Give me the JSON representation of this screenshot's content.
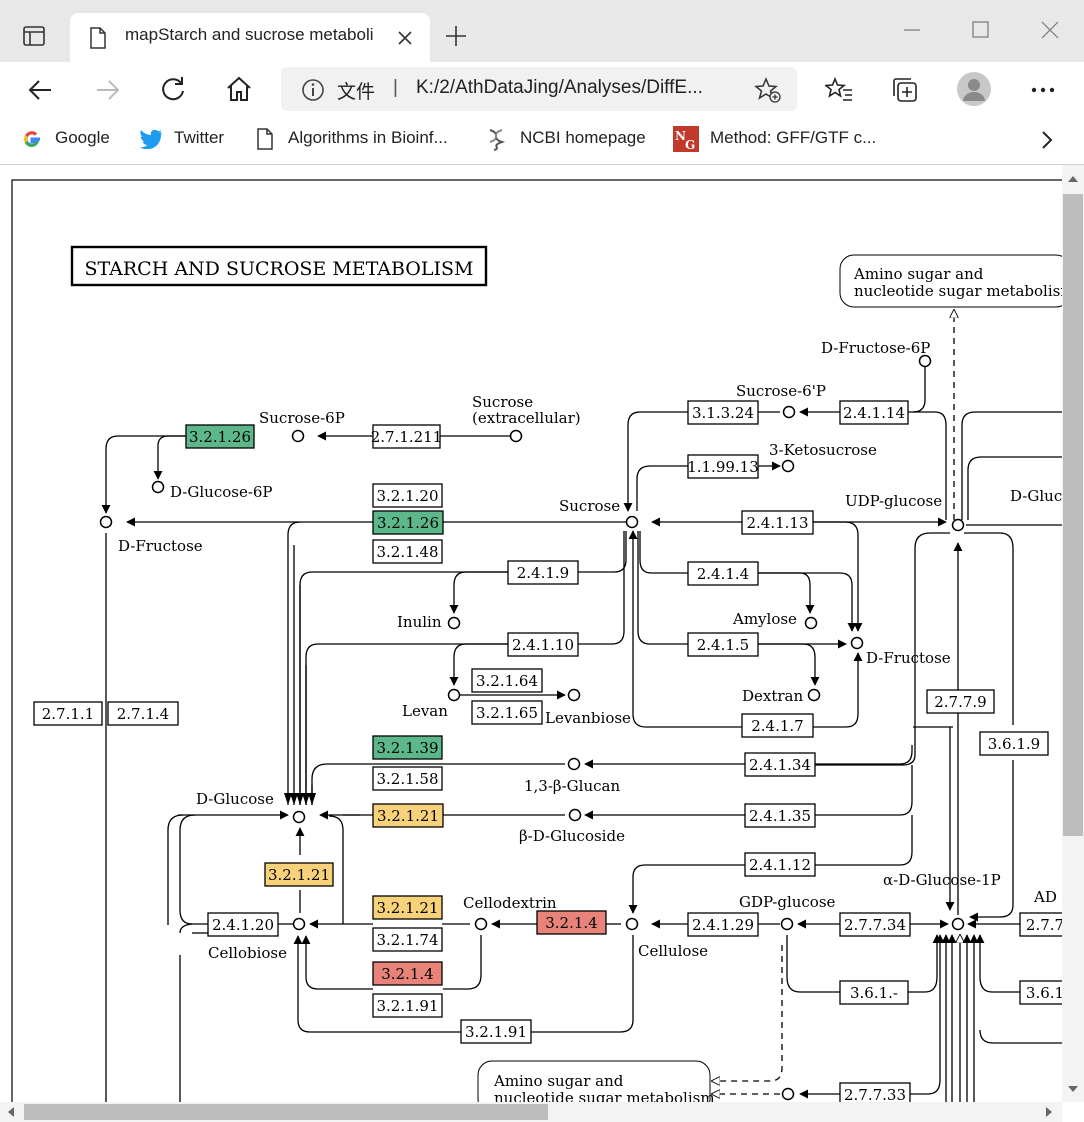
{
  "browser": {
    "tab_title": "mapStarch and sucrose metaboli",
    "address_prefix": "文件",
    "address_separator": "|",
    "address_url": "K:/2/AthDataJing/Analyses/DiffE...",
    "bookmarks": [
      {
        "label": "Google"
      },
      {
        "label": "Twitter"
      },
      {
        "label": "Algorithms in Bioinf..."
      },
      {
        "label": "NCBI homepage"
      },
      {
        "label": "Method: GFF/GTF c..."
      }
    ]
  },
  "colors": {
    "up_regulated": "#5cb88a",
    "down_regulated": "#e8837a",
    "partial": "#f7d27a"
  },
  "map": {
    "title": "STARCH AND SUCROSE METABOLISM",
    "link_boxes": [
      "Amino sugar and\nnucleotide sugar metabolism",
      "Amino sugar and\nnucleotide sugar metabolism"
    ],
    "compounds": [
      "D-Fructose-6P",
      "Sucrose-6'P",
      "Sucrose-6P",
      "Sucrose",
      "(extracellular)",
      "D-Glucose-6P",
      "D-Fructose",
      "3-Ketosucrose",
      "UDP-glucose",
      "D-Gluc",
      "Inulin",
      "Amylose",
      "D-Fructose",
      "Levan",
      "Levanbiose",
      "Dextran",
      "1,3-β-Glucan",
      "D-Glucose",
      "β-D-Glucoside",
      "α-D-Glucose-1P",
      "AD",
      "Cellodextrin",
      "GDP-glucose",
      "Cellobiose",
      "Cellulose"
    ],
    "enzymes": [
      {
        "id": "e1",
        "label": "3.2.1.26",
        "state": "up"
      },
      {
        "id": "e2",
        "label": "2.7.1.211",
        "state": "none"
      },
      {
        "id": "e3",
        "label": "3.1.3.24",
        "state": "none"
      },
      {
        "id": "e4",
        "label": "2.4.1.14",
        "state": "none"
      },
      {
        "id": "e5",
        "label": "1.1.99.13",
        "state": "none"
      },
      {
        "id": "e6",
        "label": "3.2.1.20",
        "state": "none"
      },
      {
        "id": "e7",
        "label": "3.2.1.26",
        "state": "up"
      },
      {
        "id": "e8",
        "label": "3.2.1.48",
        "state": "none"
      },
      {
        "id": "e9",
        "label": "2.4.1.13",
        "state": "none"
      },
      {
        "id": "e10",
        "label": "2.4.1.9",
        "state": "none"
      },
      {
        "id": "e11",
        "label": "2.4.1.4",
        "state": "none"
      },
      {
        "id": "e12",
        "label": "2.4.1.10",
        "state": "none"
      },
      {
        "id": "e13",
        "label": "2.4.1.5",
        "state": "none"
      },
      {
        "id": "e14",
        "label": "3.2.1.64",
        "state": "none"
      },
      {
        "id": "e15",
        "label": "3.2.1.65",
        "state": "none"
      },
      {
        "id": "e16",
        "label": "2.7.1.1",
        "state": "none"
      },
      {
        "id": "e17",
        "label": "2.7.1.4",
        "state": "none"
      },
      {
        "id": "e18",
        "label": "2.7.7.9",
        "state": "none"
      },
      {
        "id": "e19",
        "label": "2.4.1.7",
        "state": "none"
      },
      {
        "id": "e20",
        "label": "3.6.1.9",
        "state": "none"
      },
      {
        "id": "e21",
        "label": "3.2.1.39",
        "state": "up"
      },
      {
        "id": "e22",
        "label": "2.4.1.34",
        "state": "none"
      },
      {
        "id": "e23",
        "label": "3.2.1.58",
        "state": "none"
      },
      {
        "id": "e24",
        "label": "3.2.1.21",
        "state": "partial"
      },
      {
        "id": "e25",
        "label": "2.4.1.35",
        "state": "none"
      },
      {
        "id": "e26",
        "label": "2.4.1.12",
        "state": "none"
      },
      {
        "id": "e27",
        "label": "3.2.1.21",
        "state": "partial"
      },
      {
        "id": "e28",
        "label": "3.2.1.21",
        "state": "partial"
      },
      {
        "id": "e29",
        "label": "3.2.1.4",
        "state": "down"
      },
      {
        "id": "e30",
        "label": "2.4.1.20",
        "state": "none"
      },
      {
        "id": "e31",
        "label": "2.4.1.29",
        "state": "none"
      },
      {
        "id": "e32",
        "label": "2.7.7.34",
        "state": "none"
      },
      {
        "id": "e33",
        "label": "2.7.7",
        "state": "none"
      },
      {
        "id": "e34",
        "label": "3.2.1.74",
        "state": "none"
      },
      {
        "id": "e35",
        "label": "3.2.1.4",
        "state": "down"
      },
      {
        "id": "e36",
        "label": "3.2.1.91",
        "state": "none"
      },
      {
        "id": "e37",
        "label": "3.6.1.-",
        "state": "none"
      },
      {
        "id": "e38",
        "label": "3.6.1",
        "state": "none"
      },
      {
        "id": "e39",
        "label": "3.2.1.91",
        "state": "none"
      },
      {
        "id": "e40",
        "label": "2.7.7.33",
        "state": "none"
      }
    ]
  }
}
